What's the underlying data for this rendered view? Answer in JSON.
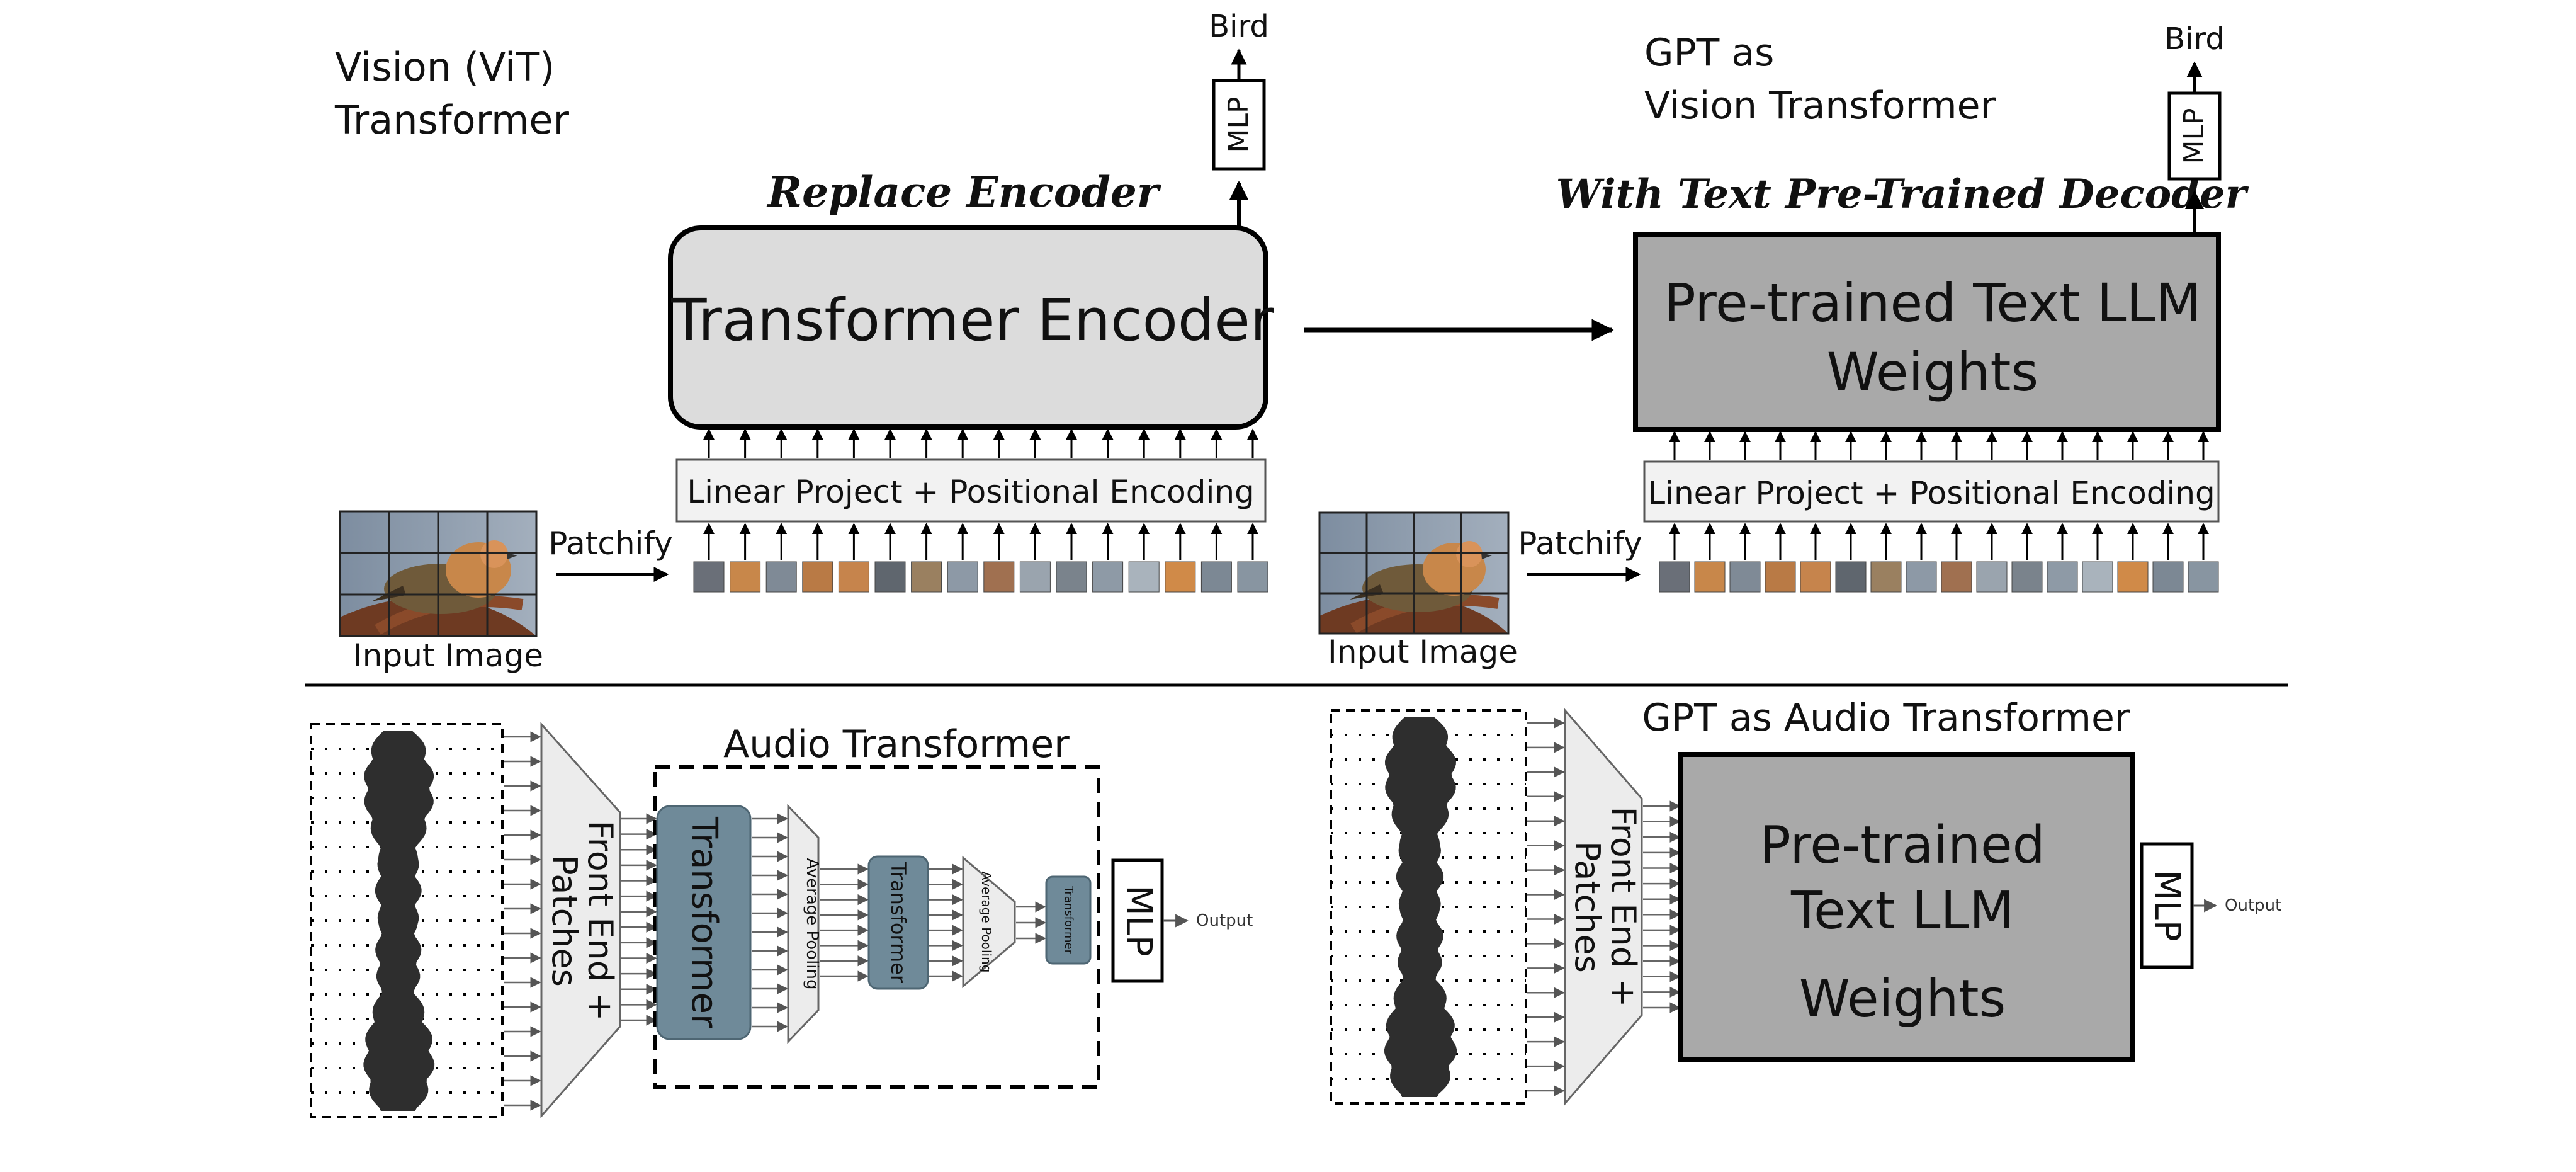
{
  "vision": {
    "title_line1": "Vision (ViT)",
    "title_line2": "Transformer",
    "encoder_label": "Transformer  Encoder",
    "caption_replace": "Replace Encoder",
    "linear_label": "Linear Project + Positional Encoding",
    "mlp_label": "MLP",
    "output_label": "Bird",
    "patchify_label": "Patchify",
    "input_label": "Input Image"
  },
  "gpt_vision": {
    "title_line1": "GPT as",
    "title_line2": "Vision Transformer",
    "caption_decoder": "With Text Pre-Trained Decoder",
    "llm_line1": "Pre-trained Text  LLM",
    "llm_line2": "Weights",
    "linear_label": "Linear Project + Positional Encoding",
    "mlp_label": "MLP",
    "output_label": "Bird",
    "patchify_label": "Patchify",
    "input_label": "Input Image"
  },
  "audio": {
    "title": "Audio Transformer",
    "frontend_line1": "Front End +",
    "frontend_line2": "Patches",
    "transformer1": "Transformer",
    "pool1": "Average Pooling",
    "transformer2": "Transformer",
    "pool2": "Average Pooling",
    "transformer3": "Transformer",
    "mlp_label": "MLP",
    "output_label": "Output"
  },
  "gpt_audio": {
    "title": "GPT as Audio Transformer",
    "frontend_line1": "Front End +",
    "frontend_line2": "Patches",
    "llm_line1": "Pre-trained",
    "llm_line2": "Text  LLM",
    "llm_line3": "Weights",
    "mlp_label": "MLP",
    "output_label": "Output"
  },
  "colors": {
    "encoder_fill": "#dcdcdc",
    "llm_fill": "#a9a9a9",
    "linear_fill": "#f2f2f2",
    "audio_block_fill": "#6f8a99",
    "bird_bg": "#8c9aa8",
    "bird_orange": "#c8874a"
  }
}
